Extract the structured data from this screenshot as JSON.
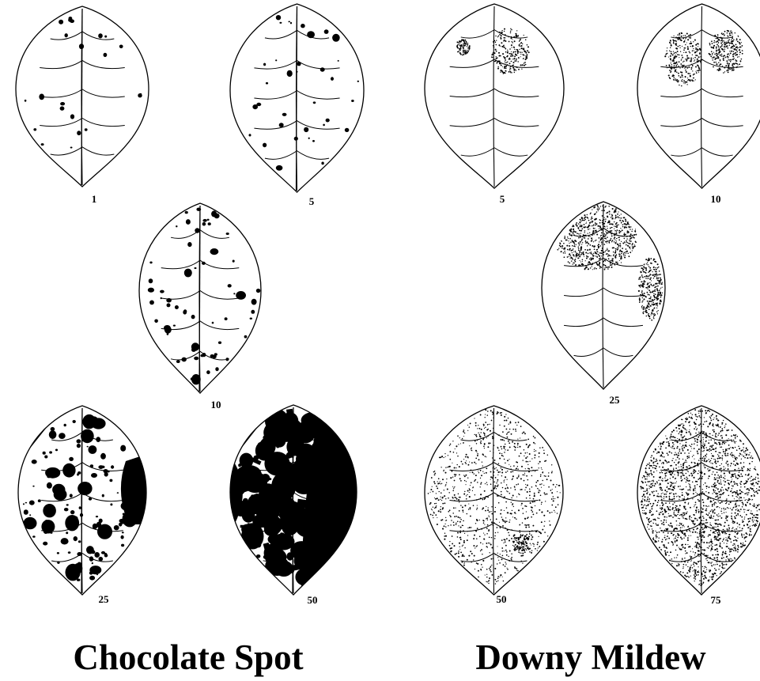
{
  "groups": [
    {
      "title": "Chocolate Spot",
      "leaves": [
        {
          "label": "1",
          "disease": "chocolate",
          "severity": 1
        },
        {
          "label": "5",
          "disease": "chocolate",
          "severity": 5
        },
        {
          "label": "10",
          "disease": "chocolate",
          "severity": 10
        },
        {
          "label": "25",
          "disease": "chocolate",
          "severity": 25
        },
        {
          "label": "50",
          "disease": "chocolate",
          "severity": 50
        }
      ]
    },
    {
      "title": "Downy Mildew",
      "leaves": [
        {
          "label": "5",
          "disease": "mildew",
          "severity": 5
        },
        {
          "label": "10",
          "disease": "mildew",
          "severity": 10
        },
        {
          "label": "25",
          "disease": "mildew",
          "severity": 25
        },
        {
          "label": "50",
          "disease": "mildew",
          "severity": 50
        },
        {
          "label": "75",
          "disease": "mildew",
          "severity": 75
        }
      ]
    }
  ],
  "colors": {
    "ink": "#000000",
    "paper": "#ffffff"
  }
}
